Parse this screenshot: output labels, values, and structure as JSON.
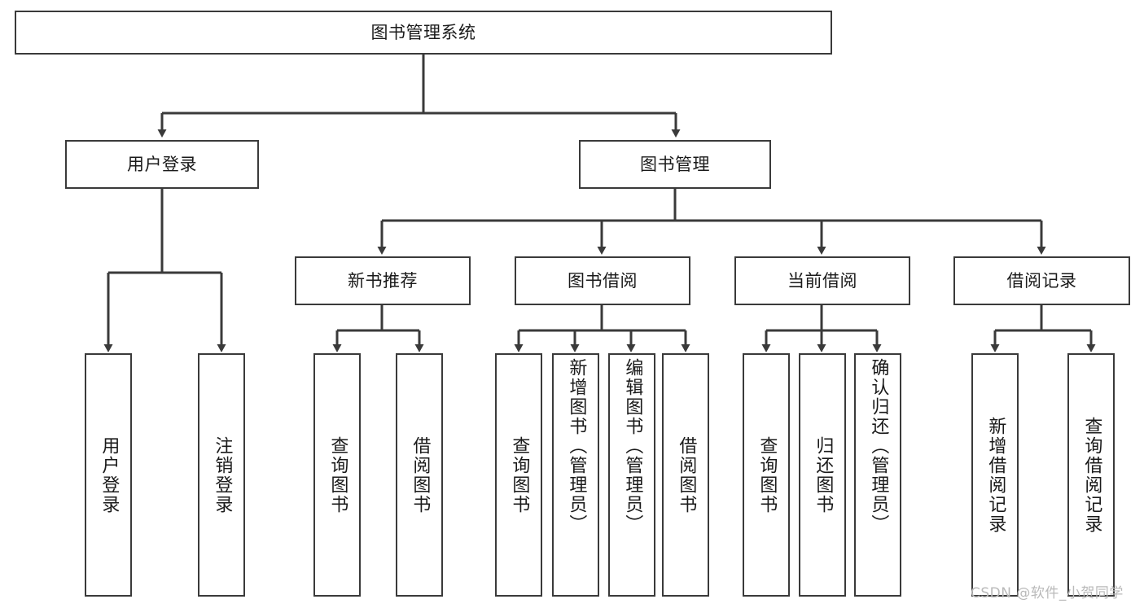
{
  "diagram": {
    "title": "图书管理系统",
    "root": {
      "label": "图书管理系统"
    },
    "level2": [
      {
        "label": "用户登录"
      },
      {
        "label": "图书管理"
      }
    ],
    "level3": [
      {
        "label": "新书推荐"
      },
      {
        "label": "图书借阅"
      },
      {
        "label": "当前借阅"
      },
      {
        "label": "借阅记录"
      }
    ],
    "leaves": {
      "user_login": [
        {
          "label": "用户登录"
        },
        {
          "label": "注销登录"
        }
      ],
      "new_book_recommend": [
        {
          "label": "查询图书"
        },
        {
          "label": "借阅图书"
        }
      ],
      "book_borrow": [
        {
          "label": "查询图书"
        },
        {
          "label": "新增图书（管理员）"
        },
        {
          "label": "编辑图书（管理员）"
        },
        {
          "label": "借阅图书"
        }
      ],
      "current_borrow": [
        {
          "label": "查询图书"
        },
        {
          "label": "归还图书"
        },
        {
          "label": "确认归还（管理员）"
        }
      ],
      "borrow_record": [
        {
          "label": "新增借阅记录"
        },
        {
          "label": "查询借阅记录"
        }
      ]
    }
  },
  "watermark": {
    "text": "CSDN @软件_小贺同学"
  },
  "colors": {
    "stroke": "#3a3a3a",
    "text": "#1a1a1a",
    "background": "#ffffff",
    "watermark": "#b9b9b9"
  },
  "chart_data": {
    "type": "tree-diagram",
    "title": "图书管理系统",
    "nodes": [
      {
        "id": "root",
        "label": "图书管理系统",
        "level": 0,
        "parent": null
      },
      {
        "id": "n1",
        "label": "用户登录",
        "level": 1,
        "parent": "root"
      },
      {
        "id": "n2",
        "label": "图书管理",
        "level": 1,
        "parent": "root"
      },
      {
        "id": "n1a",
        "label": "用户登录",
        "level": 2,
        "parent": "n1"
      },
      {
        "id": "n1b",
        "label": "注销登录",
        "level": 2,
        "parent": "n1"
      },
      {
        "id": "n2a",
        "label": "新书推荐",
        "level": 2,
        "parent": "n2"
      },
      {
        "id": "n2b",
        "label": "图书借阅",
        "level": 2,
        "parent": "n2"
      },
      {
        "id": "n2c",
        "label": "当前借阅",
        "level": 2,
        "parent": "n2"
      },
      {
        "id": "n2d",
        "label": "借阅记录",
        "level": 2,
        "parent": "n2"
      },
      {
        "id": "n2a1",
        "label": "查询图书",
        "level": 3,
        "parent": "n2a"
      },
      {
        "id": "n2a2",
        "label": "借阅图书",
        "level": 3,
        "parent": "n2a"
      },
      {
        "id": "n2b1",
        "label": "查询图书",
        "level": 3,
        "parent": "n2b"
      },
      {
        "id": "n2b2",
        "label": "新增图书（管理员）",
        "level": 3,
        "parent": "n2b"
      },
      {
        "id": "n2b3",
        "label": "编辑图书（管理员）",
        "level": 3,
        "parent": "n2b"
      },
      {
        "id": "n2b4",
        "label": "借阅图书",
        "level": 3,
        "parent": "n2b"
      },
      {
        "id": "n2c1",
        "label": "查询图书",
        "level": 3,
        "parent": "n2c"
      },
      {
        "id": "n2c2",
        "label": "归还图书",
        "level": 3,
        "parent": "n2c"
      },
      {
        "id": "n2c3",
        "label": "确认归还（管理员）",
        "level": 3,
        "parent": "n2c"
      },
      {
        "id": "n2d1",
        "label": "新增借阅记录",
        "level": 3,
        "parent": "n2d"
      },
      {
        "id": "n2d2",
        "label": "查询借阅记录",
        "level": 3,
        "parent": "n2d"
      }
    ]
  }
}
